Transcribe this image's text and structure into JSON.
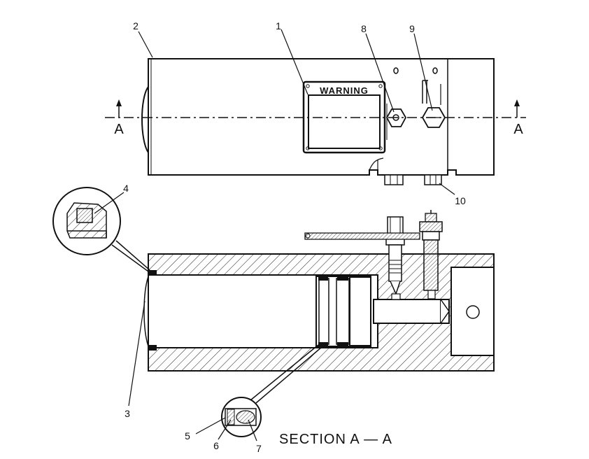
{
  "callouts": {
    "c1": "1",
    "c2": "2",
    "c3": "3",
    "c4": "4",
    "c5": "5",
    "c6": "6",
    "c7": "7",
    "c8": "8",
    "c9": "9",
    "c10": "10"
  },
  "section_marks": {
    "left": "A",
    "right": "A"
  },
  "warning_label": "WARNING",
  "section_title": "SECTION A — A"
}
